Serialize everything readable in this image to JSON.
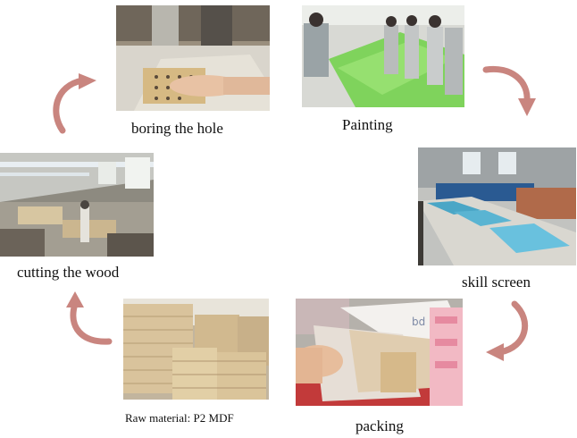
{
  "steps": {
    "boring": {
      "label": "boring the hole"
    },
    "painting": {
      "label": "Painting"
    },
    "skill_screen": {
      "label": "skill screen"
    },
    "packing": {
      "label": "packing"
    },
    "raw_material": {
      "label": "Raw material: P2 MDF"
    },
    "cutting": {
      "label": "cutting the wood"
    }
  },
  "colors": {
    "arrow": "#c9857f"
  }
}
